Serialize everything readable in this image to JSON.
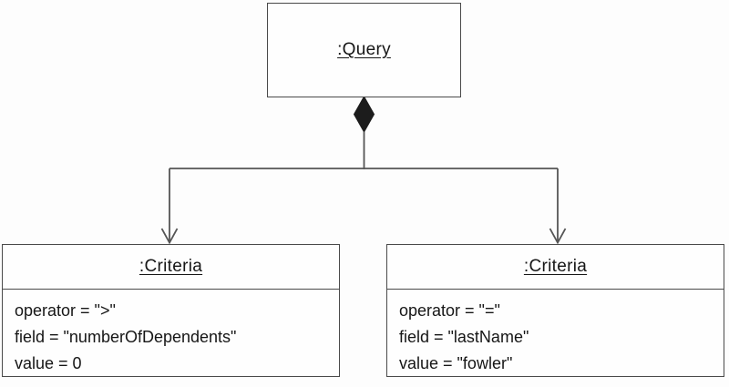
{
  "diagram": {
    "kind": "uml-object-diagram",
    "colors": {
      "line": "#555555",
      "border": "#4a4a4a",
      "diamond_fill": "#1c1c1c",
      "text": "#161616",
      "background": "#fdfdfd"
    },
    "query_node": {
      "title": ":Query"
    },
    "criteria_left": {
      "title": ":Criteria",
      "attributes": [
        "operator = \">\"",
        "field = \"numberOfDependents\"",
        "value = 0"
      ]
    },
    "criteria_right": {
      "title": ":Criteria",
      "attributes": [
        "operator = \"=\"",
        "field = \"lastName\"",
        "value = \"fowler\""
      ]
    }
  }
}
